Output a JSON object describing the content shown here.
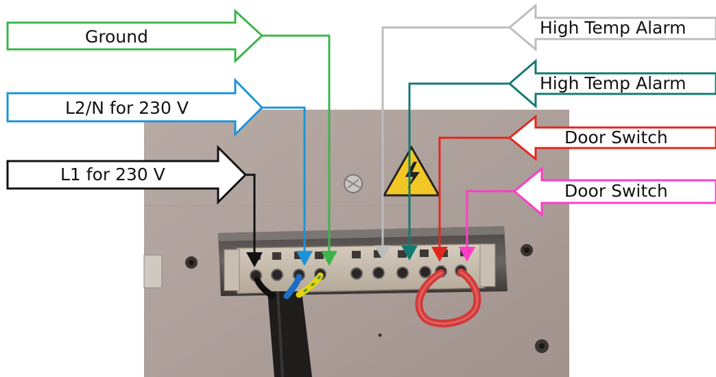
{
  "labels": {
    "ground": "Ground",
    "l2n": "L2/N for 230 V",
    "l1": "L1 for 230 V",
    "high_temp_1": "High Temp Alarm",
    "high_temp_2": "High Temp Alarm",
    "door_switch_1": "Door Switch",
    "door_switch_2": "Door Switch"
  },
  "colors": {
    "ground": "#3bb54a",
    "l2n": "#1c93d8",
    "l1": "#111111",
    "high_temp_1": "#bdbdbd",
    "high_temp_2": "#127a70",
    "door_switch_1": "#e3261d",
    "door_switch_2": "#ff3cc8"
  },
  "photo": {
    "description_icon": "warning-triangle-icon"
  }
}
